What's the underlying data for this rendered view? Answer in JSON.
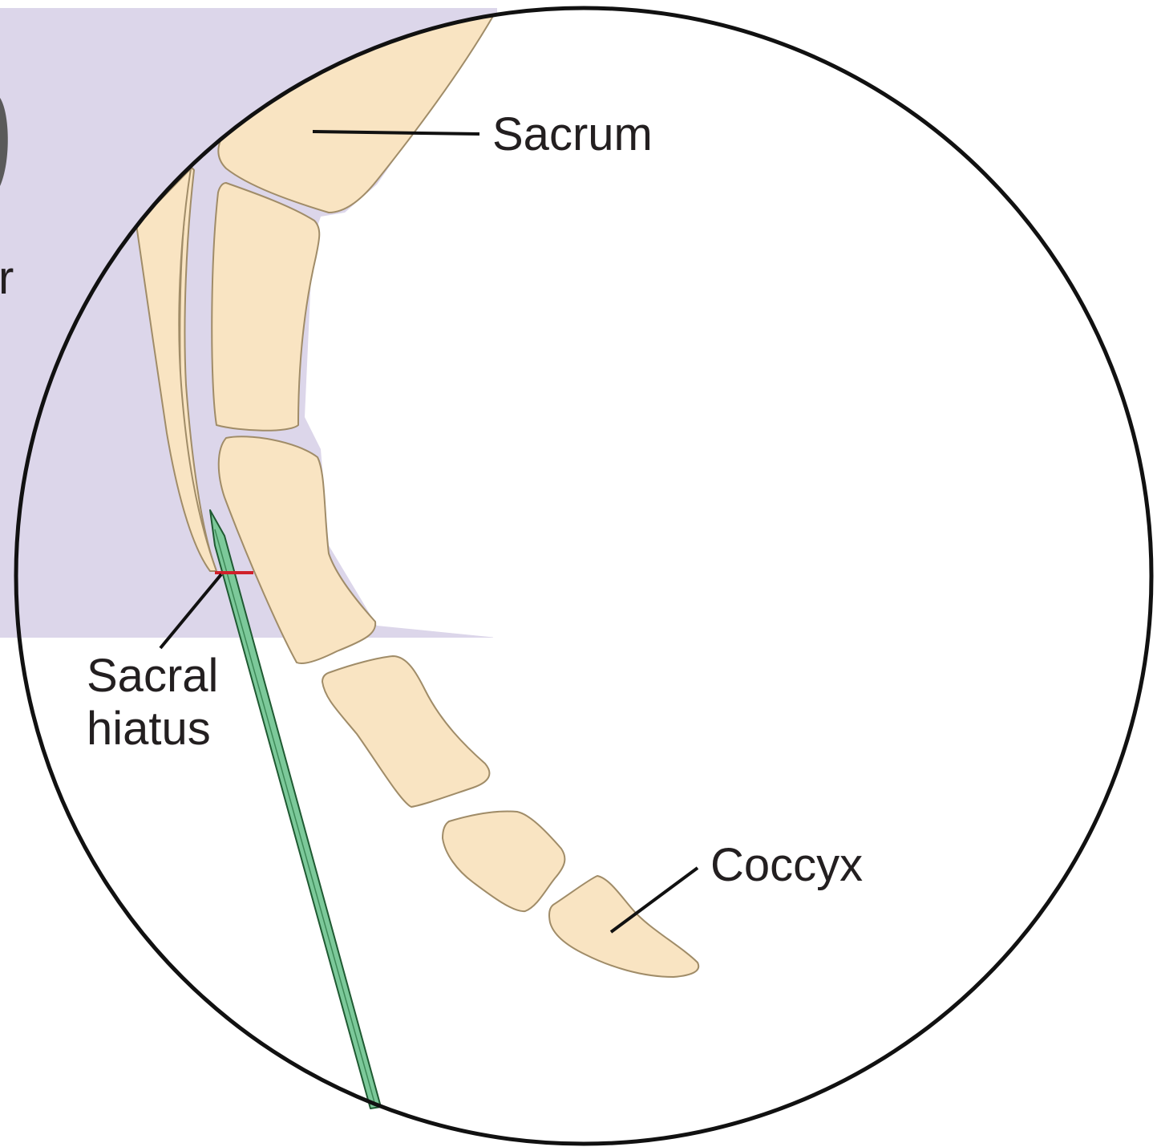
{
  "labels": {
    "sacrum": "Sacrum",
    "sacral_hiatus_line1": "Sacral",
    "sacral_hiatus_line2": "hiatus",
    "coccyx": "Coccyx",
    "edge_letter": "r"
  },
  "colors": {
    "background_region": "#dcd6ea",
    "bone_fill": "#f9e4c2",
    "bone_outline": "#a08c68",
    "needle_fill": "#7cc99a",
    "needle_outline": "#1f5a32",
    "hiatus_marker": "#d0202a",
    "circle_outline": "#111111",
    "leader_line": "#111111"
  }
}
